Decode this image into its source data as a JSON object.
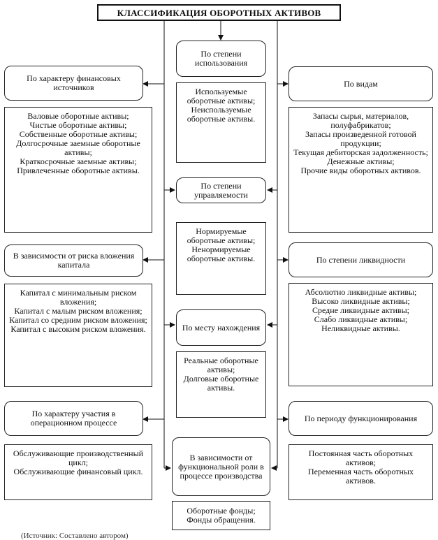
{
  "title": "КЛАССИФИКАЦИЯ ОБОРОТНЫХ АКТИВОВ",
  "center": [
    {
      "header": "По степени использования",
      "items": [
        "Используемые оборотные активы;",
        "Неиспользуемые оборотные активы."
      ]
    },
    {
      "header": "По степени управляемости",
      "items": [
        "Нормируемые оборотные активы;",
        "Ненормируемые оборотные активы."
      ]
    },
    {
      "header": "По месту нахождения",
      "items": [
        "Реальные оборотные активы;",
        "Долговые оборотные активы."
      ]
    },
    {
      "header": "В зависимости от функциональной роли в процессе производства",
      "items": [
        "Оборотные фонды;",
        "Фонды обращения."
      ]
    }
  ],
  "left": [
    {
      "header": "По характеру финансовых источников",
      "items": [
        "Валовые оборотные активы;",
        "Чистые оборотные активы;",
        "Собственные оборотные активы;",
        "Долгосрочные заемные оборотные активы;",
        "Краткосрочные заемные активы;",
        "Привлеченные оборотные активы."
      ]
    },
    {
      "header": "В зависимости от риска вложения капитала",
      "items": [
        "Капитал с минимальным риском вложения;",
        "Капитал с малым риском вложения;",
        "Капитал со средним риском вложения;",
        "Капитал с высоким риском вложения."
      ]
    },
    {
      "header": "По характеру участия в операционном процессе",
      "items": [
        "Обслуживающие производственный цикл;",
        "Обслуживающие финансовый цикл."
      ]
    }
  ],
  "right": [
    {
      "header": "По видам",
      "items": [
        "Запасы сырья, материалов, полуфабрикатов;",
        "Запасы произведенной готовой продукции;",
        "Текущая дебиторская задолженность;",
        "Денежные активы;",
        "Прочие виды оборотных активов."
      ]
    },
    {
      "header": "По степени ликвидности",
      "items": [
        "Абсолютно ликвидные активы;",
        "Высоко ликвидные активы;",
        "Средне ликвидные активы;",
        "Слабо ликвидные активы;",
        "Неликвидные активы."
      ]
    },
    {
      "header": "По периоду функционирования",
      "items": [
        "Постоянная часть оборотных активов;",
        "Переменная часть оборотных активов."
      ]
    }
  ],
  "footnote": "(Источник: Составлено автором)"
}
